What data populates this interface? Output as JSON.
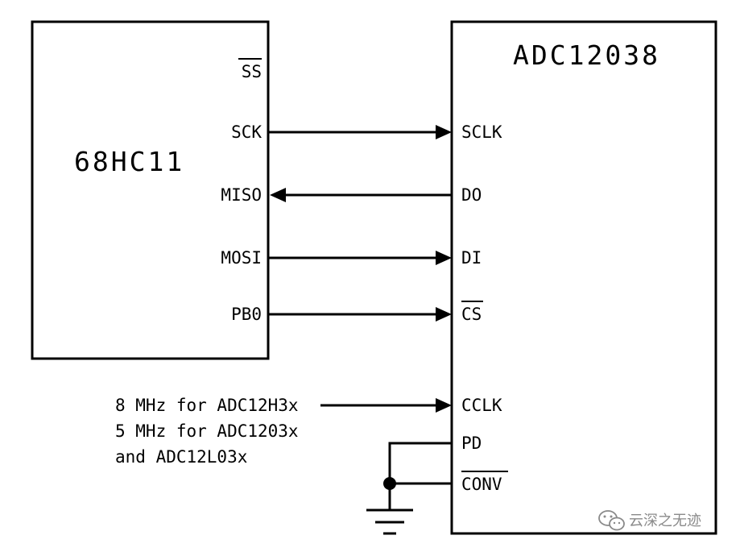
{
  "mcu": {
    "name": "68HC11",
    "pins": {
      "ss": "SS",
      "sck": "SCK",
      "miso": "MISO",
      "mosi": "MOSI",
      "pb0": "PB0"
    }
  },
  "adc": {
    "name": "ADC12038",
    "pins": {
      "sclk": "SCLK",
      "do": "DO",
      "di": "DI",
      "cs": "CS",
      "cclk": "CCLK",
      "pd": "PD",
      "conv": "CONV"
    }
  },
  "clock_note": {
    "line1": "8 MHz for ADC12H3x",
    "line2": "5 MHz for ADC1203x",
    "line3": "and ADC12L03x"
  },
  "watermark": {
    "text": "云深之无迹",
    "icon": "wechat-icon"
  },
  "colors": {
    "ink": "#000000",
    "background": "#ffffff",
    "watermark": "#8a8a8a"
  }
}
